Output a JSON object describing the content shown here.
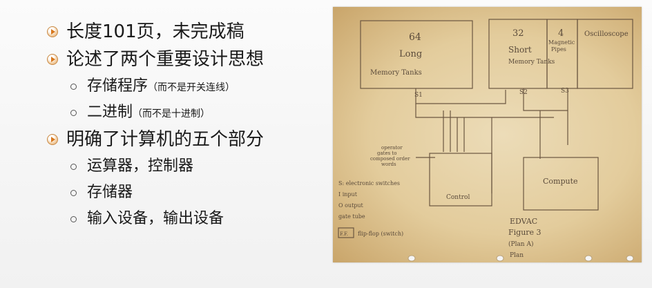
{
  "bullets": [
    {
      "level": 1,
      "text": "长度101页，未完成稿"
    },
    {
      "level": 1,
      "text": "论述了两个重要设计思想"
    },
    {
      "level": 2,
      "text": "存储程序",
      "note": "（而不是开关连线）"
    },
    {
      "level": 2,
      "text": "二进制",
      "note": "（而不是十进制）"
    },
    {
      "level": 1,
      "text": "明确了计算机的五个部分"
    },
    {
      "level": 2,
      "text": "运算器，控制器"
    },
    {
      "level": 2,
      "text": "存储器"
    },
    {
      "level": 2,
      "text": "输入设备，输出设备"
    }
  ],
  "sketch": {
    "tank_long_count": "64",
    "tank_long_line1": "Long",
    "tank_long_line2": "Memory Tanks",
    "tank_short_count": "32",
    "tank_short_line1": "Short",
    "tank_short_line2": "Memory Tanks",
    "pipe_count": "4",
    "pipe_line1": "Magnetic",
    "pipe_line2": "Pipes",
    "scope_label": "Oscilloscope",
    "s1": "S1",
    "s2": "S2",
    "s3": "S3",
    "operator_note_1": "operator",
    "operator_note_2": "gates to",
    "operator_note_3": "composed order",
    "operator_note_4": "words",
    "control_label": "Control",
    "compute_label": "Compute",
    "legend": [
      "S: electronic switches",
      "I  input",
      "O  output",
      "gate tube",
      "flip-flop (switch)"
    ],
    "legend_ff": "F.F.",
    "title": "EDVAC",
    "figure": "Figure 3",
    "figure_sub": "(Plan A)",
    "plan": "Plan"
  }
}
